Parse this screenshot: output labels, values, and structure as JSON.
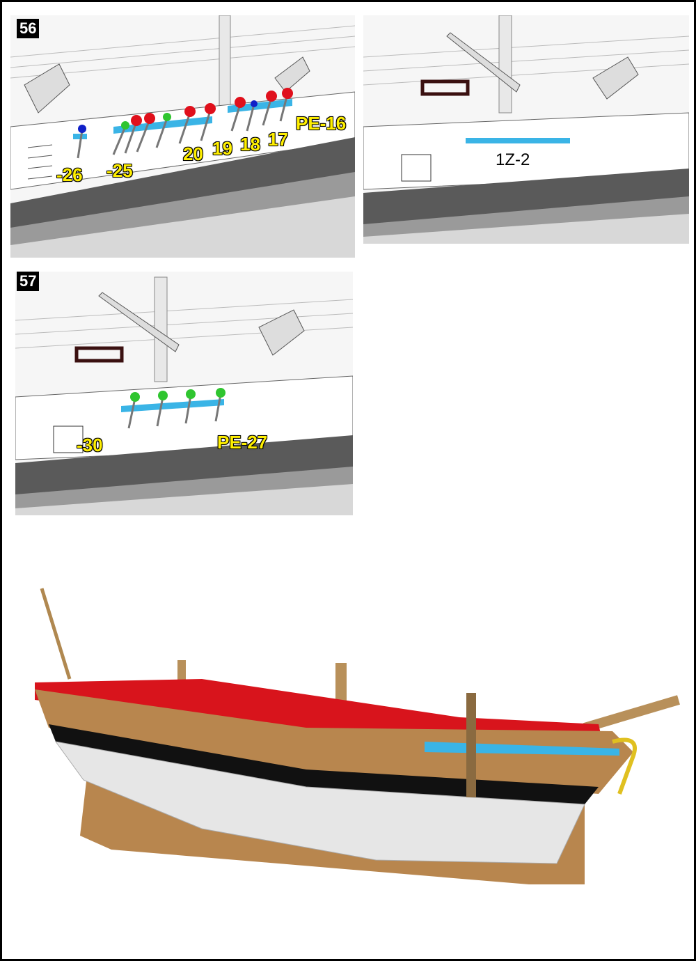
{
  "steps": [
    {
      "number": "56",
      "labels": [
        "-26",
        "-25",
        "20",
        "19",
        "18",
        "17",
        "PE-16"
      ],
      "detail_label": "1Z-2"
    },
    {
      "number": "57",
      "labels": [
        "-30",
        "PE-27"
      ]
    }
  ],
  "colors": {
    "callout_text": "#ffef00",
    "part_highlight": "#3ab4e6",
    "pin_red": "#e0101c",
    "pin_green": "#2fc52f",
    "pin_blue": "#1020c8",
    "hull_black": "#111111",
    "hull_wood": "#b8864e",
    "deck_red": "#d8141c"
  }
}
